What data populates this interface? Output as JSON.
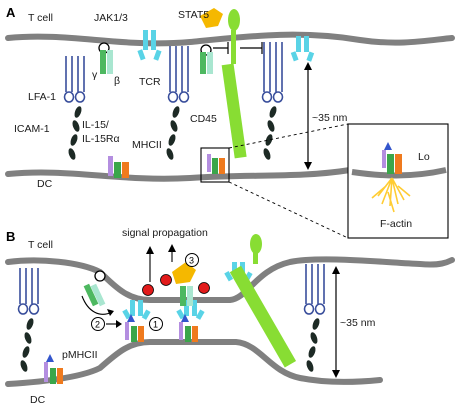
{
  "panels": {
    "a": "A",
    "b": "B"
  },
  "panel_a": {
    "t_cell": "T cell",
    "dc": "DC",
    "jak": "JAK1/3",
    "stat5": "STAT5",
    "gamma": "γ",
    "beta": "β",
    "tcr": "TCR",
    "lfa1": "LFA-1",
    "icam1": "ICAM-1",
    "il15_line1": "IL-15/",
    "il15_line2": "IL-15Rα",
    "mhcii": "MHCII",
    "cd45": "CD45",
    "distance": "~35 nm",
    "inset_lo": "Lo",
    "inset_factin": "F-actin"
  },
  "panel_b": {
    "t_cell": "T cell",
    "dc": "DC",
    "signal_propagation": "signal propagation",
    "pmhcii": "pMHCII",
    "distance": "~35 nm",
    "step1": "1",
    "step2": "2",
    "step3": "3"
  },
  "colors": {
    "membrane": "#808080",
    "lfa1": "#3a4f9c",
    "icam1": "#1d2a25",
    "tcr": "#59d3e6",
    "gamma_chain": "#4db860",
    "beta_chain": "#a9e6d0",
    "cd45": "#88dd33",
    "stat5": "#f5b800",
    "mhc_purple": "#b48ee0",
    "mhc_green": "#3aa64a",
    "mhc_orange": "#ef7a1e",
    "peptide": "#3355cc",
    "phospho": "#e21b1b",
    "factin": "#ffcc33"
  }
}
